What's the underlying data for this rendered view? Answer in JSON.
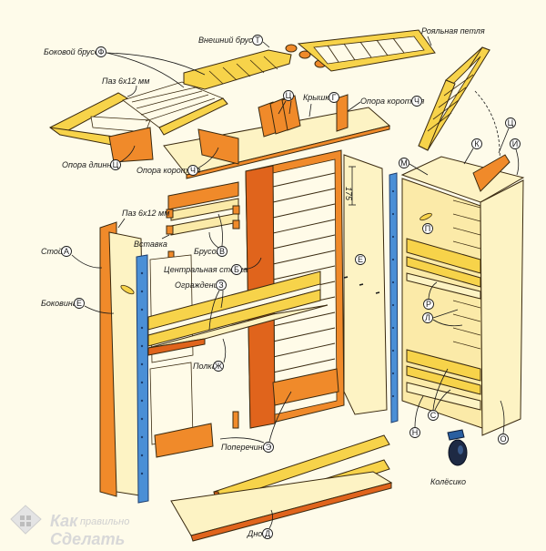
{
  "diagram": {
    "title": "Exploded view of wooden cabinet on casters",
    "labels": {
      "outer_bar": {
        "text": "Внешний брусок",
        "letter": "Т"
      },
      "side_bar": {
        "text": "Боковой брусок",
        "letter": "Ф"
      },
      "piano_hinge": {
        "text": "Рояльная петля"
      },
      "groove_top": {
        "text": "Паз 6х12 мм"
      },
      "lid": {
        "text": "Крышка",
        "letter": "Г"
      },
      "support_short_right": {
        "text": "Опора короткая",
        "letter": "Ч"
      },
      "support_long": {
        "text": "Опора длинная",
        "letter": "Ц"
      },
      "support_short_left": {
        "text": "Опора короткая",
        "letter": "Ч"
      },
      "lid_supports": {
        "letter": "Ц"
      },
      "groove_side": {
        "text": "Паз 6х12 мм"
      },
      "post": {
        "text": "Стойка",
        "letter": "А"
      },
      "insert": {
        "text": "Вставка"
      },
      "bar": {
        "text": "Брусок",
        "letter": "В"
      },
      "center_post": {
        "text": "Центральная стойка",
        "letter": "Б"
      },
      "guard": {
        "text": "Ограждение",
        "letter": "З"
      },
      "side_panel": {
        "text": "Боковина",
        "letter": "Е"
      },
      "shelf": {
        "text": "Полка",
        "letter": "Ж"
      },
      "crossbar": {
        "text": "Поперечина",
        "letter": "Э"
      },
      "bottom": {
        "text": "Дно",
        "letter": "Д"
      },
      "caster": {
        "text": "Колёсико"
      },
      "dimension": {
        "text": "175"
      },
      "side_panel_e2": {
        "letter": "Е"
      },
      "right_letters": {
        "k": "К",
        "ts": "Ц",
        "i": "И",
        "m": "М",
        "p": "П",
        "r": "Р",
        "l": "Л",
        "n": "Н",
        "s": "С",
        "o": "О"
      }
    }
  },
  "watermark": {
    "line1": "Как",
    "line1b": "правильно",
    "line2": "Сделать"
  }
}
